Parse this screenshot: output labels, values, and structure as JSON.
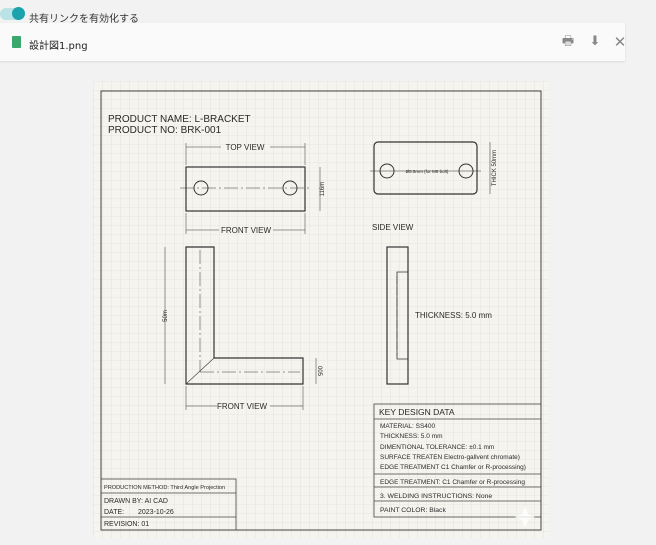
{
  "share": {
    "label": "共有リンクを有効化する",
    "enabled": true,
    "accent": "#1aa3ad"
  },
  "file": {
    "name": "設計図1.png",
    "icon": "image-file-icon"
  },
  "actions": {
    "print": "print-icon",
    "download": "download-icon",
    "close": "close-icon"
  },
  "drawing": {
    "product_name": "PRODUCT NAME: L-BRACKET",
    "product_no": "PRODUCT NO: BRK-001",
    "top_view": "TOP VIEW",
    "front_view_1": "FRONT VIEW",
    "front_view_2": "FRONT VIEW",
    "side_view": "SIDE VIEW",
    "dim_116": "116m",
    "hole_note": "Ø8.5mm (for M8 bolt)",
    "thick_note": "THICK 50mm",
    "dim_50": "50m",
    "dim_005": "005",
    "thickness": "THICKNESS: 5.0 mm",
    "key": {
      "title": "KEY DESIGN DATA",
      "rows": [
        "MATERIAL: SS400",
        "THICKNESS: 5.0 mm",
        "DIMENTIONAL TOLERANCE:  ±0.1 mm",
        "SURFACE TREATEN Electro-gallvent chromate)",
        "EDGE TREATMENT C1 Chamfer or R-processing)"
      ],
      "edge": "EDGE TREATMENT: C1 Chamfer or R-processing",
      "welding": "3. WELDING INSTRUCTIONS: None",
      "paint": "PAINT COLOR:  Black"
    },
    "title_block": {
      "method": "PRODUCTION METHOD:  Third Angle Projection",
      "drawn_by": "DRAWN BY:  AI CAD",
      "date_label": "DATE:",
      "date": "2023-10-26",
      "revision": "REVISION:  01"
    }
  }
}
